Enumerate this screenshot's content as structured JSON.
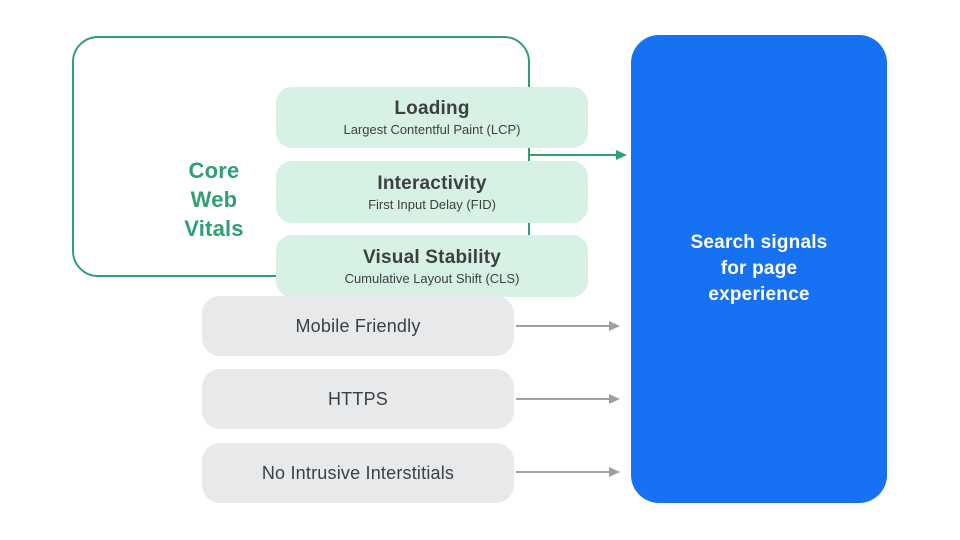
{
  "colors": {
    "green": "#30A074",
    "green_light": "#D7F2E4",
    "blue": "#1772F3",
    "gray_box": "#E8E9EB",
    "gray_arrow": "#9AA0A6",
    "text_dark": "#3C4043",
    "white": "#FFFFFF"
  },
  "icons": {
    "arrow_right": "→ (css triangle shape)"
  },
  "core_web_vitals": {
    "label_lines": [
      "Core",
      "Web",
      "Vitals"
    ],
    "metrics": [
      {
        "title": "Loading",
        "subtitle": "Largest Contentful Paint (LCP)"
      },
      {
        "title": "Interactivity",
        "subtitle": "First Input Delay (FID)"
      },
      {
        "title": "Visual Stability",
        "subtitle": "Cumulative Layout Shift (CLS)"
      }
    ]
  },
  "other_signals": [
    {
      "label": "Mobile Friendly"
    },
    {
      "label": "HTTPS"
    },
    {
      "label": "No Intrusive Interstitials"
    }
  ],
  "result_box": {
    "lines": [
      "Search signals",
      "for page",
      "experience"
    ]
  }
}
